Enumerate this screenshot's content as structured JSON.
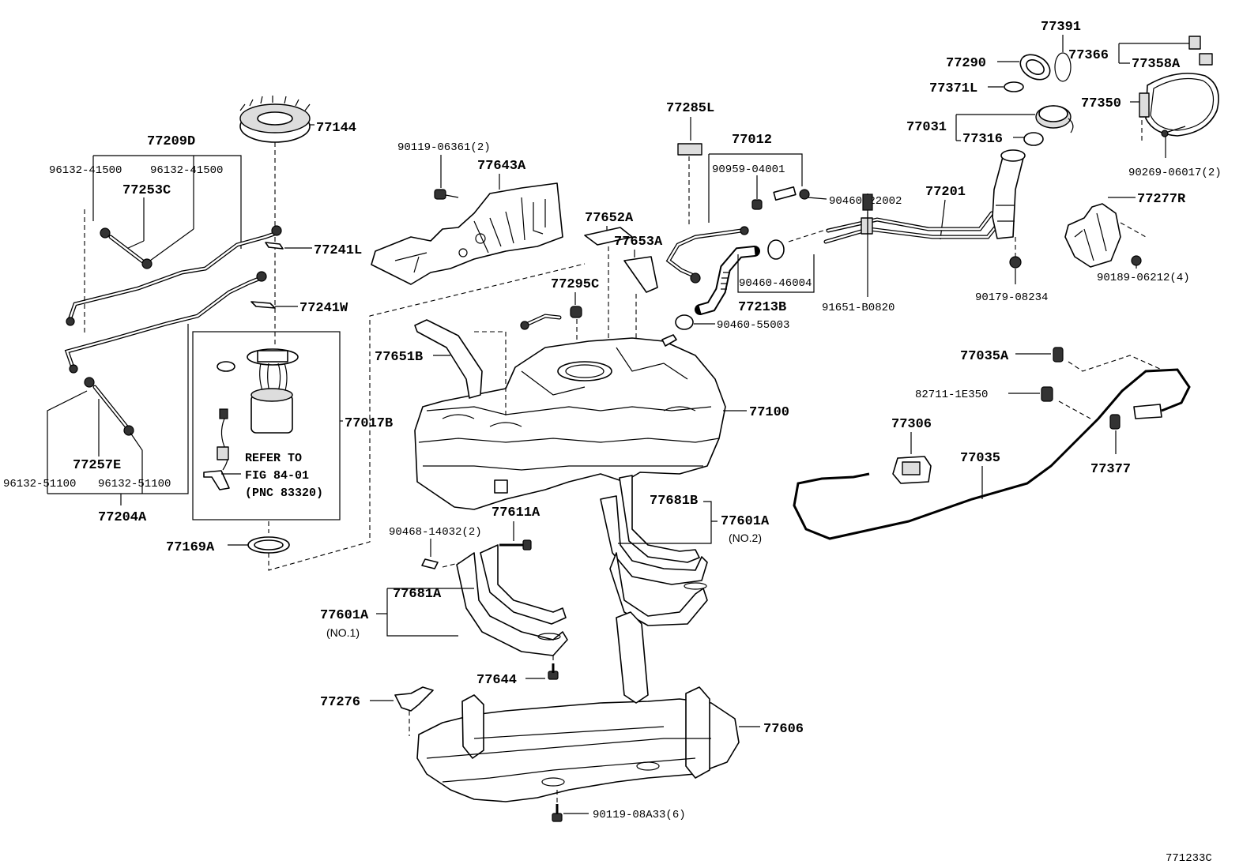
{
  "diagram_code": "771233C",
  "labels": {
    "p77144": "77144",
    "p77209D": "77209D",
    "p96132_41500a": "96132-41500",
    "p96132_41500b": "96132-41500",
    "p77253C": "77253C",
    "p77241L": "77241L",
    "p77241W": "77241W",
    "p77017B": "77017B",
    "p77257E": "77257E",
    "p96132_51100a": "96132-51100",
    "p96132_51100b": "96132-51100",
    "p77204A": "77204A",
    "p77169A": "77169A",
    "p90119_06361": "90119-06361(2)",
    "p77643A": "77643A",
    "p77652A": "77652A",
    "p77653A": "77653A",
    "p77295C": "77295C",
    "p77651B": "77651B",
    "p77100": "77100",
    "p77285L": "77285L",
    "p77012": "77012",
    "p90959_04001": "90959-04001",
    "p90460_22002": "90460-22002",
    "p77201": "77201",
    "p90460_46004": "90460-46004",
    "p77213B": "77213B",
    "p90460_55003": "90460-55003",
    "p91651_B0820": "91651-B0820",
    "p90179_08234": "90179-08234",
    "p77391": "77391",
    "p77290": "77290",
    "p77366": "77366",
    "p77358A": "77358A",
    "p77371L": "77371L",
    "p77350": "77350",
    "p77031": "77031",
    "p77316": "77316",
    "p90269_06017": "90269-06017(2)",
    "p77277R": "77277R",
    "p90189_06212": "90189-06212(4)",
    "p77035A": "77035A",
    "p82711_1E350": "82711-1E350",
    "p77306": "77306",
    "p77035": "77035",
    "p77377": "77377",
    "p77611A": "77611A",
    "p90468_14032": "90468-14032(2)",
    "p77681B": "77681B",
    "p77601A_2": "77601A",
    "no2": "(NO.2)",
    "p77681A": "77681A",
    "p77601A_1": "77601A",
    "no1": "(NO.1)",
    "p77644": "77644",
    "p77276": "77276",
    "p77606": "77606",
    "p90119_08A33": "90119-08A33(6)"
  },
  "reference_note": {
    "line1": "REFER TO",
    "line2": "FIG 84-01",
    "line3": "(PNC 83320)"
  }
}
